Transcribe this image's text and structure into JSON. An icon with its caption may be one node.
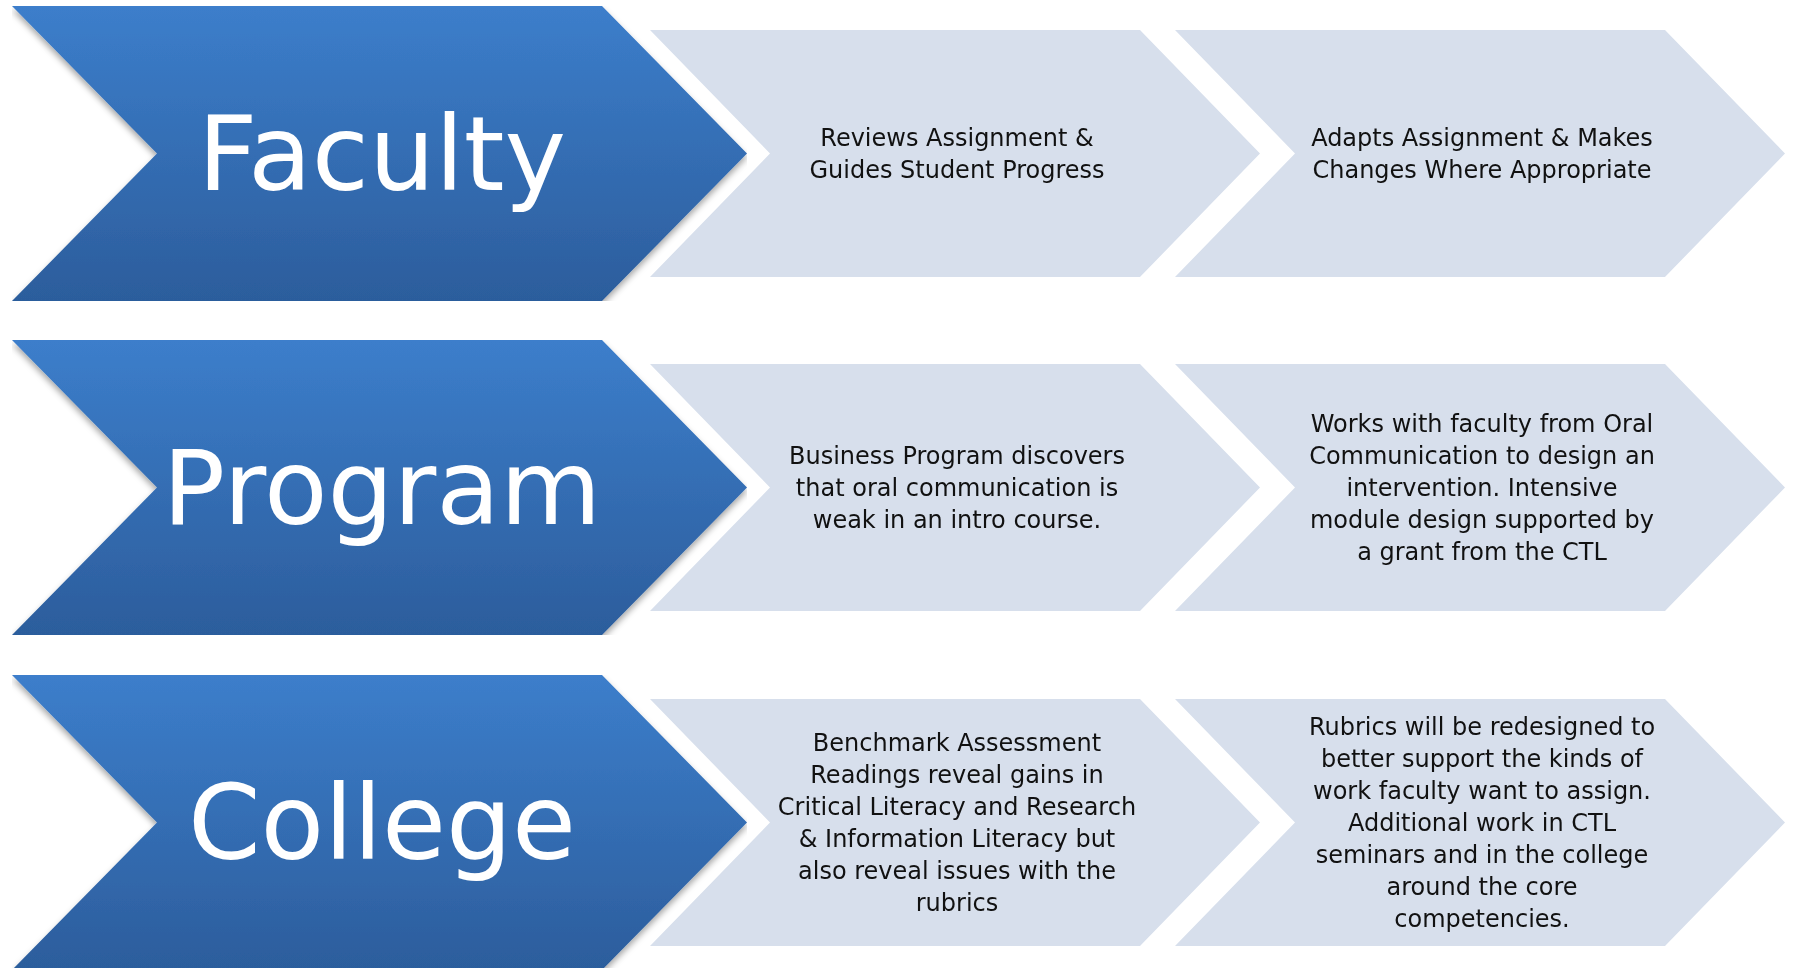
{
  "diagram": {
    "nodes": [
      {
        "text": [
          "Faculty"
        ]
      },
      {
        "text": [
          "Reviews Assignment & Guides Student Progress"
        ]
      },
      {
        "text": [
          "Adapts Assignment & Makes Changes Where Appropriate"
        ]
      },
      {
        "text": [
          "Program"
        ]
      },
      {
        "text": [
          "Business Program discovers that oral communication is weak in an intro course."
        ]
      },
      {
        "text": [
          "Works with faculty from Oral Communication to design an intervention. Intensive module design supported by a grant from the CTL"
        ]
      },
      {
        "text": [
          "College"
        ]
      },
      {
        "text": [
          "Benchmark Assessment Readings reveal gains in Critical Literacy and Research & Information Literacy but also reveal issues with the rubrics"
        ]
      },
      {
        "text": [
          "Rubrics will be redesigned to better support the kinds of work faculty want to assign. Additional work in CTL seminars and in the college around the core competencies."
        ]
      }
    ]
  }
}
